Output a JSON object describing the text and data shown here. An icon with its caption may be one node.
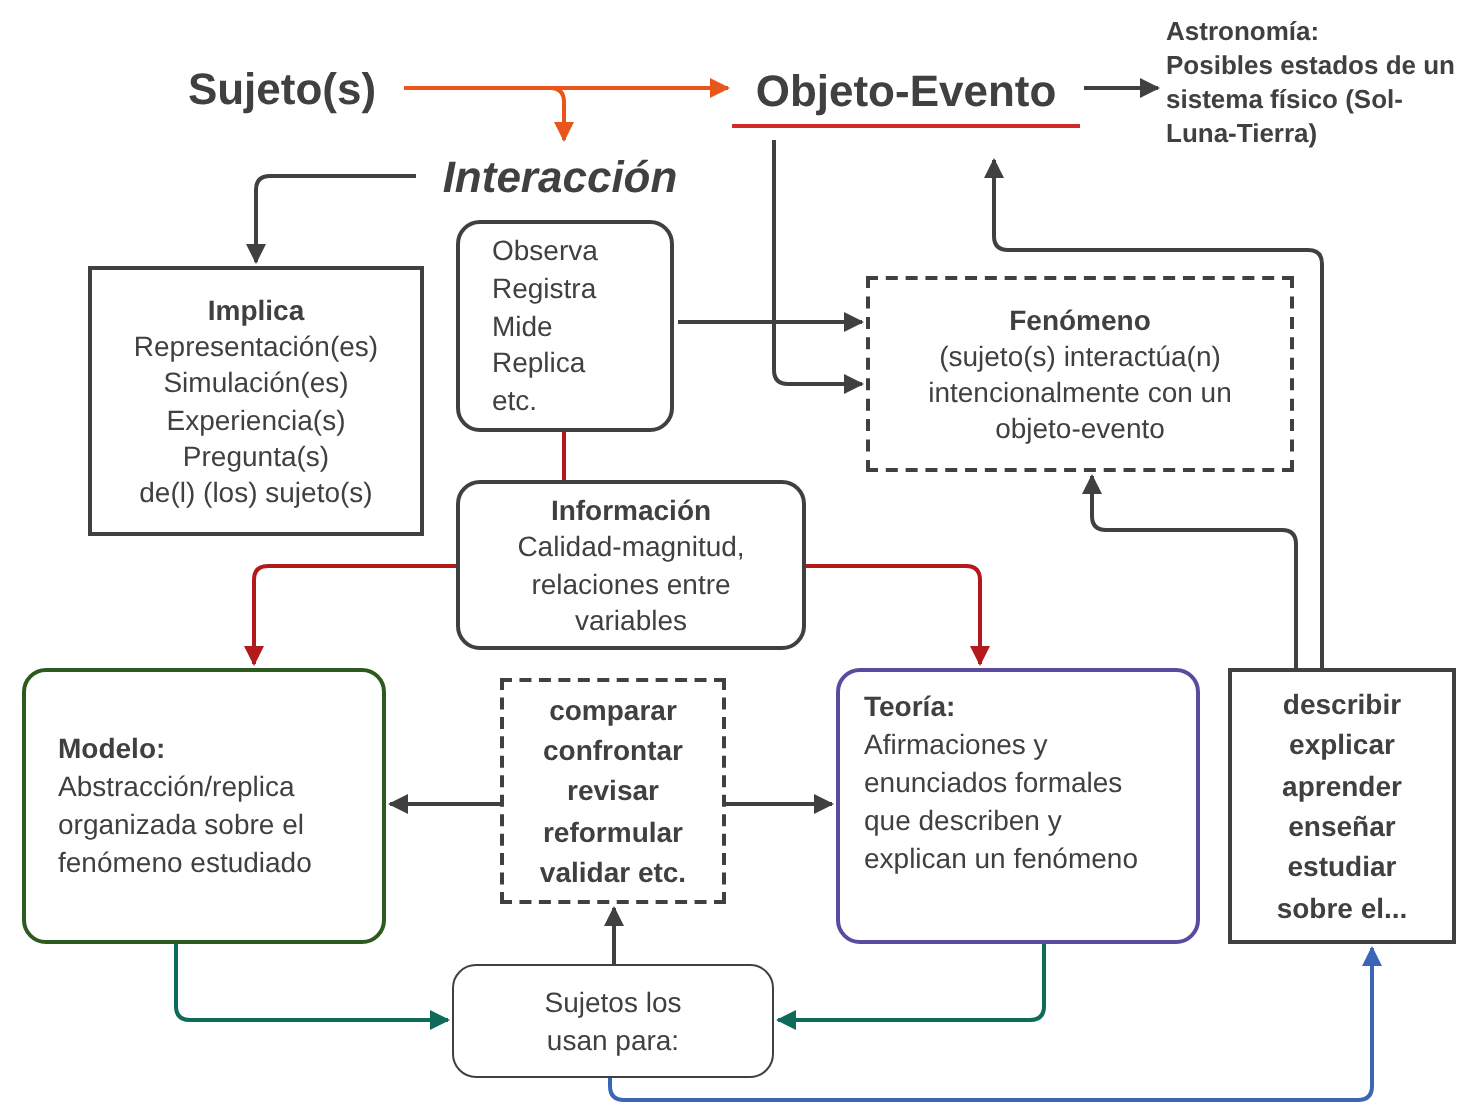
{
  "diagram": {
    "nodes": [
      {
        "text": [
          "Sujeto(s)"
        ]
      },
      {
        "text": [
          "Objeto-Evento"
        ]
      },
      {
        "text": [
          "Astronomía:",
          "Posibles estados de un sistema físico (Sol-Luna-Tierra)"
        ]
      },
      {
        "text": [
          "Interacción"
        ]
      },
      {
        "text": [
          "Implica",
          "Representación(es)",
          "Simulación(es)",
          "Experiencia(s)",
          "Pregunta(s)",
          "de(l) (los) sujeto(s)"
        ]
      },
      {
        "text": [
          "Observa",
          "Registra",
          "Mide",
          "Replica etc."
        ]
      },
      {
        "text": [
          "Fenómeno",
          "(sujeto(s) interactúa(n) intencionalmente con un objeto-evento"
        ]
      },
      {
        "text": [
          "Información",
          "Calidad-magnitud, relaciones entre variables"
        ]
      },
      {
        "text": [
          "Modelo:",
          "Abstracción/replica organizada sobre el fenómeno estudiado"
        ]
      },
      {
        "text": [
          "comparar",
          "confrontar",
          "revisar",
          "reformular",
          "validar etc."
        ]
      },
      {
        "text": [
          "Teoría:",
          "Afirmaciones y enunciados formales que describen y explican un fenómeno"
        ]
      },
      {
        "text": [
          "describir",
          "explicar",
          "aprender",
          "enseñar",
          "estudiar",
          "sobre el..."
        ]
      },
      {
        "text": [
          "Sujetos los usan para:"
        ]
      }
    ],
    "edges": [
      {
        "from": 0,
        "to": 1,
        "arrow": "to",
        "color": "#e8561c"
      },
      {
        "from": 0,
        "to": 3,
        "arrow": "to",
        "color": "#e8561c"
      },
      {
        "from": 1,
        "to": 2,
        "arrow": "to"
      },
      {
        "from": 3,
        "to": 4,
        "arrow": "to"
      },
      {
        "from": 1,
        "to": 6,
        "arrow": "to"
      },
      {
        "from": 5,
        "to": 6,
        "arrow": "to"
      },
      {
        "from": 5,
        "to": 7,
        "arrow": "none",
        "color": "#b3191c"
      },
      {
        "from": 7,
        "to": 8,
        "arrow": "to",
        "color": "#b3191c"
      },
      {
        "from": 7,
        "to": 10,
        "arrow": "to",
        "color": "#b3191c"
      },
      {
        "from": 9,
        "to": 8,
        "arrow": "to"
      },
      {
        "from": 9,
        "to": 10,
        "arrow": "to"
      },
      {
        "from": 12,
        "to": 9,
        "arrow": "to"
      },
      {
        "from": 8,
        "to": 12,
        "arrow": "to",
        "color": "#0e6b5a"
      },
      {
        "from": 10,
        "to": 12,
        "arrow": "to",
        "color": "#0e6b5a"
      },
      {
        "from": 12,
        "to": 11,
        "arrow": "to",
        "color": "#3a66b8"
      },
      {
        "from": 11,
        "to": 6,
        "arrow": "to"
      },
      {
        "from": 11,
        "to": 1,
        "arrow": "to"
      }
    ]
  }
}
